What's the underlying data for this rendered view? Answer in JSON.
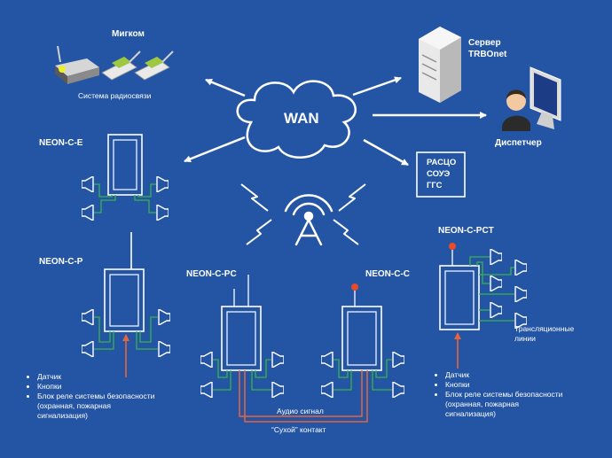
{
  "nodes": {
    "migkom": "Мигком",
    "radio_system": "Система радиосвязи",
    "server_line1": "Сервер",
    "server_line2": "TRBOnet",
    "wan": "WAN",
    "dispatcher": "Диспетчер",
    "rasco_line1": "РАСЦО",
    "rasco_line2": "СОУЭ",
    "rasco_line3": "ГГС",
    "neon_ce": "NEON-C-E",
    "neon_cp": "NEON-C-P",
    "neon_cpc": "NEON-C-PC",
    "neon_cc": "NEON-C-C",
    "neon_cpct": "NEON-C-PCT",
    "broadcast_line1": "Трансляционные",
    "broadcast_line2": "линии",
    "audio_signal": "Аудио сигнал",
    "dry_contact": "“Сухой” контакт"
  },
  "inputs_left": [
    "Датчик",
    "Кнопки",
    "Блок реле системы безопасности",
    "(охранная, пожарная",
    "сигнализация)"
  ],
  "inputs_right": [
    "Датчик",
    "Кнопки",
    "Блок реле системы безопасности",
    "(охранная, пожарная",
    "сигнализация)"
  ],
  "colors": {
    "background": "#2455a4",
    "line": "#ffffff",
    "speaker_wire": "#37b34a",
    "trigger_arrow": "#e8643c",
    "beacon": "#e84b2a"
  }
}
